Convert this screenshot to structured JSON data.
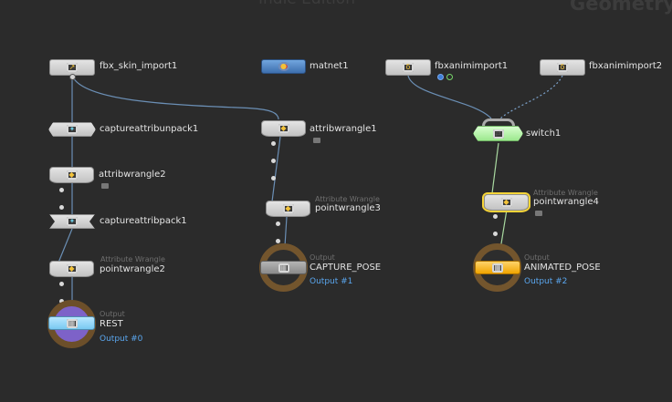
{
  "watermark": {
    "edition": "Indie Edition",
    "context": "Geometry"
  },
  "nodes": {
    "fbx_skin_import1": {
      "label": "fbx_skin_import1"
    },
    "matnet1": {
      "label": "matnet1"
    },
    "fbxanimimport1": {
      "label": "fbxanimimport1"
    },
    "fbxanimimport2": {
      "label": "fbxanimimport2"
    },
    "captureattribunpack1": {
      "label": "captureattribunpack1"
    },
    "attribwrangle1": {
      "label": "attribwrangle1"
    },
    "switch1": {
      "label": "switch1"
    },
    "attribwrangle2": {
      "label": "attribwrangle2"
    },
    "pointwrangle4": {
      "label": "pointwrangle4",
      "type_label": "Attribute Wrangle"
    },
    "pointwrangle3": {
      "label": "pointwrangle3",
      "type_label": "Attribute Wrangle"
    },
    "captureattribpack1": {
      "label": "captureattribpack1"
    },
    "pointwrangle2": {
      "label": "pointwrangle2",
      "type_label": "Attribute Wrangle"
    },
    "CAPTURE_POSE": {
      "label": "CAPTURE_POSE",
      "type_label": "Output",
      "output_name": "Output #1"
    },
    "ANIMATED_POSE": {
      "label": "ANIMATED_POSE",
      "type_label": "Output",
      "output_name": "Output #2"
    },
    "REST": {
      "label": "REST",
      "type_label": "Output",
      "output_name": "Output #0"
    }
  },
  "colors": {
    "background": "#2b2b2b",
    "wire": "#6b8fb5",
    "wire_dotted": "#7da3cc",
    "wire_active": "#a8d8a0",
    "selected_outline": "#f6d438",
    "output_ring": "#73552d",
    "output_link": "#5aa6ee"
  },
  "icons": {
    "fbx_import": "fbx-import-icon",
    "matnet": "material-network-icon",
    "fbx_anim": "fbx-animation-icon",
    "capture": "capture-attrib-icon",
    "wrangle": "wrangle-icon",
    "switch": "switch-icon",
    "output": "output-icon"
  }
}
